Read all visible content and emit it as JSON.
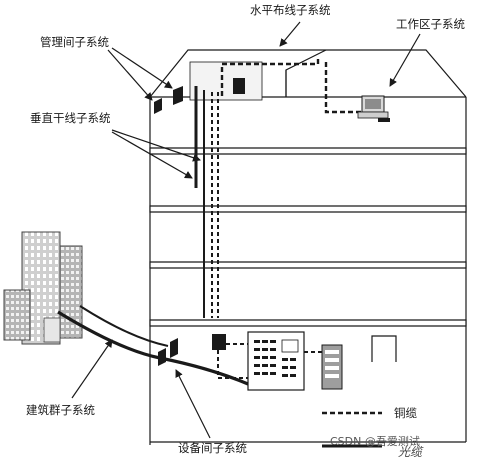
{
  "labels": {
    "horizontal": "水平布线子系统",
    "work_area": "工作区子系统",
    "management": "管理间子系统",
    "vertical": "垂直干线子系统",
    "campus": "建筑群子系统",
    "equipment": "设备间子系统",
    "legend_copper": "铜缆",
    "legend_fiber": "光缆"
  },
  "watermark": "CSDN @吾爱测试",
  "colors": {
    "line": "#1a1a1a",
    "shade": "#d9d9d9",
    "building": "#bdbdbd"
  }
}
